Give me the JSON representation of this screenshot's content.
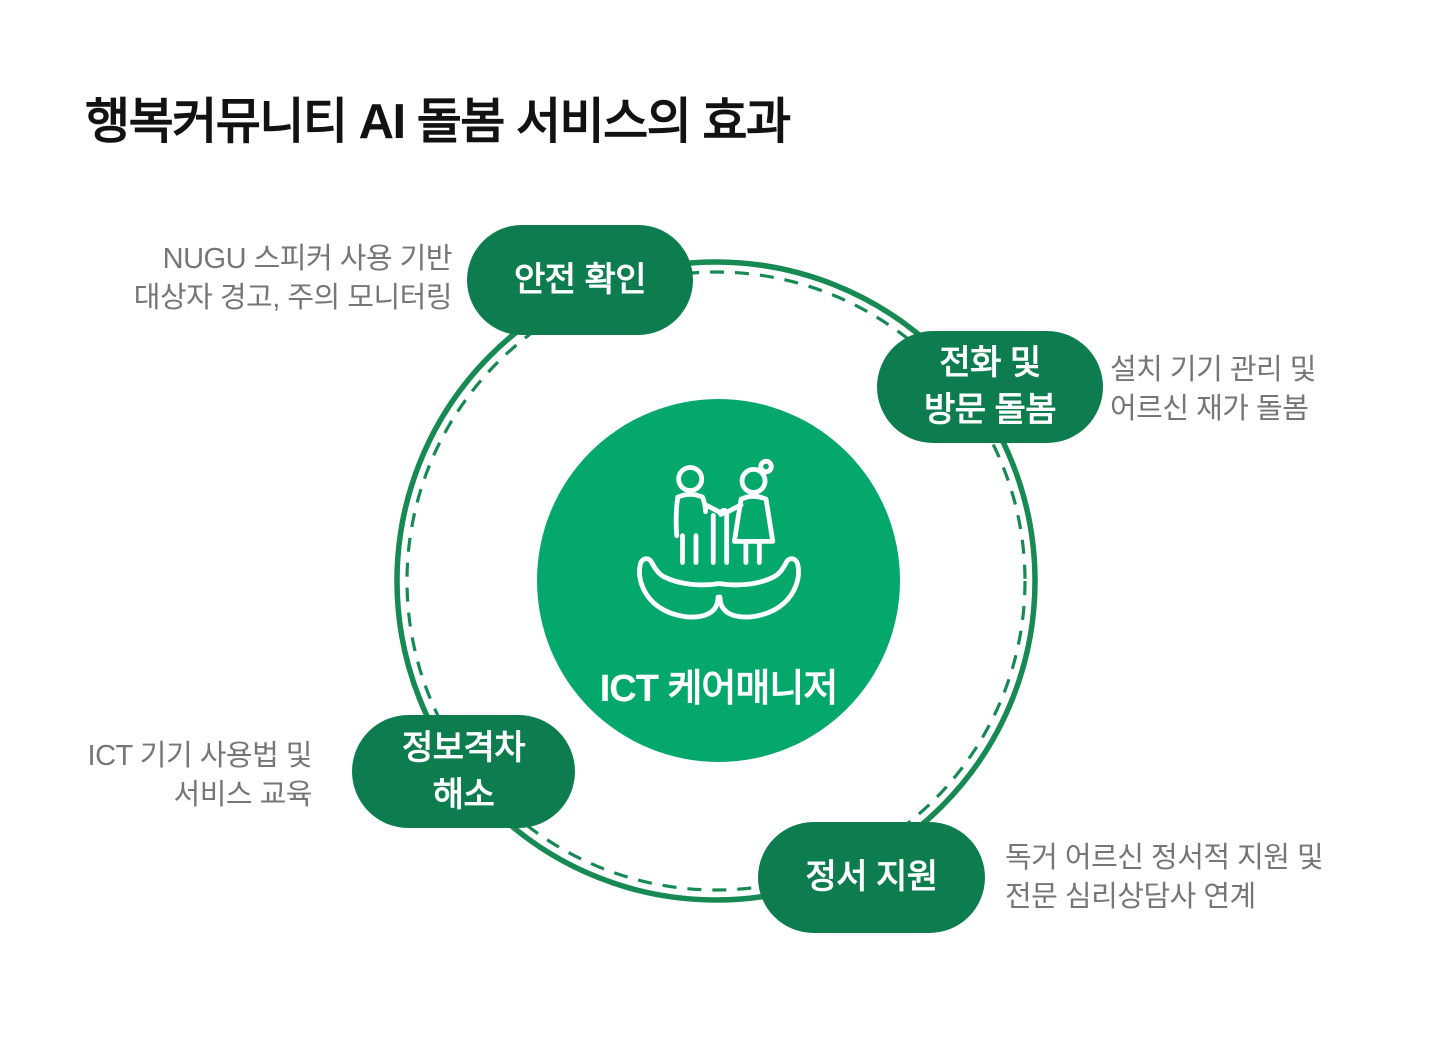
{
  "title": "행복커뮤니티 AI 돌봄 서비스의 효과",
  "colors": {
    "badge_green": "#0d7d4f",
    "center_green": "#05a86c",
    "ring_green": "#168a52",
    "text_gray": "#767676",
    "title_color": "#121212",
    "bg": "#ffffff"
  },
  "center": {
    "label": "ICT 케어매니저",
    "icon": "hands-holding-elderly-couple-icon"
  },
  "nodes": [
    {
      "id": "safety-check",
      "title_lines": [
        "안전 확인"
      ],
      "desc_lines": [
        "NUGU 스피커 사용 기반",
        "대상자 경고, 주의 모니터링"
      ],
      "desc_align": "right"
    },
    {
      "id": "call-visit-care",
      "title_lines": [
        "전화 및",
        "방문 돌봄"
      ],
      "desc_lines": [
        "설치 기기 관리 및",
        "어르신 재가 돌봄"
      ],
      "desc_align": "left"
    },
    {
      "id": "digital-divide",
      "title_lines": [
        "정보격차",
        "해소"
      ],
      "desc_lines": [
        "ICT 기기 사용법 및",
        "서비스 교육"
      ],
      "desc_align": "right"
    },
    {
      "id": "emotional-support",
      "title_lines": [
        "정서 지원"
      ],
      "desc_lines": [
        "독거 어르신 정서적 지원 및",
        "전문 심리상담사 연계"
      ],
      "desc_align": "left"
    }
  ]
}
